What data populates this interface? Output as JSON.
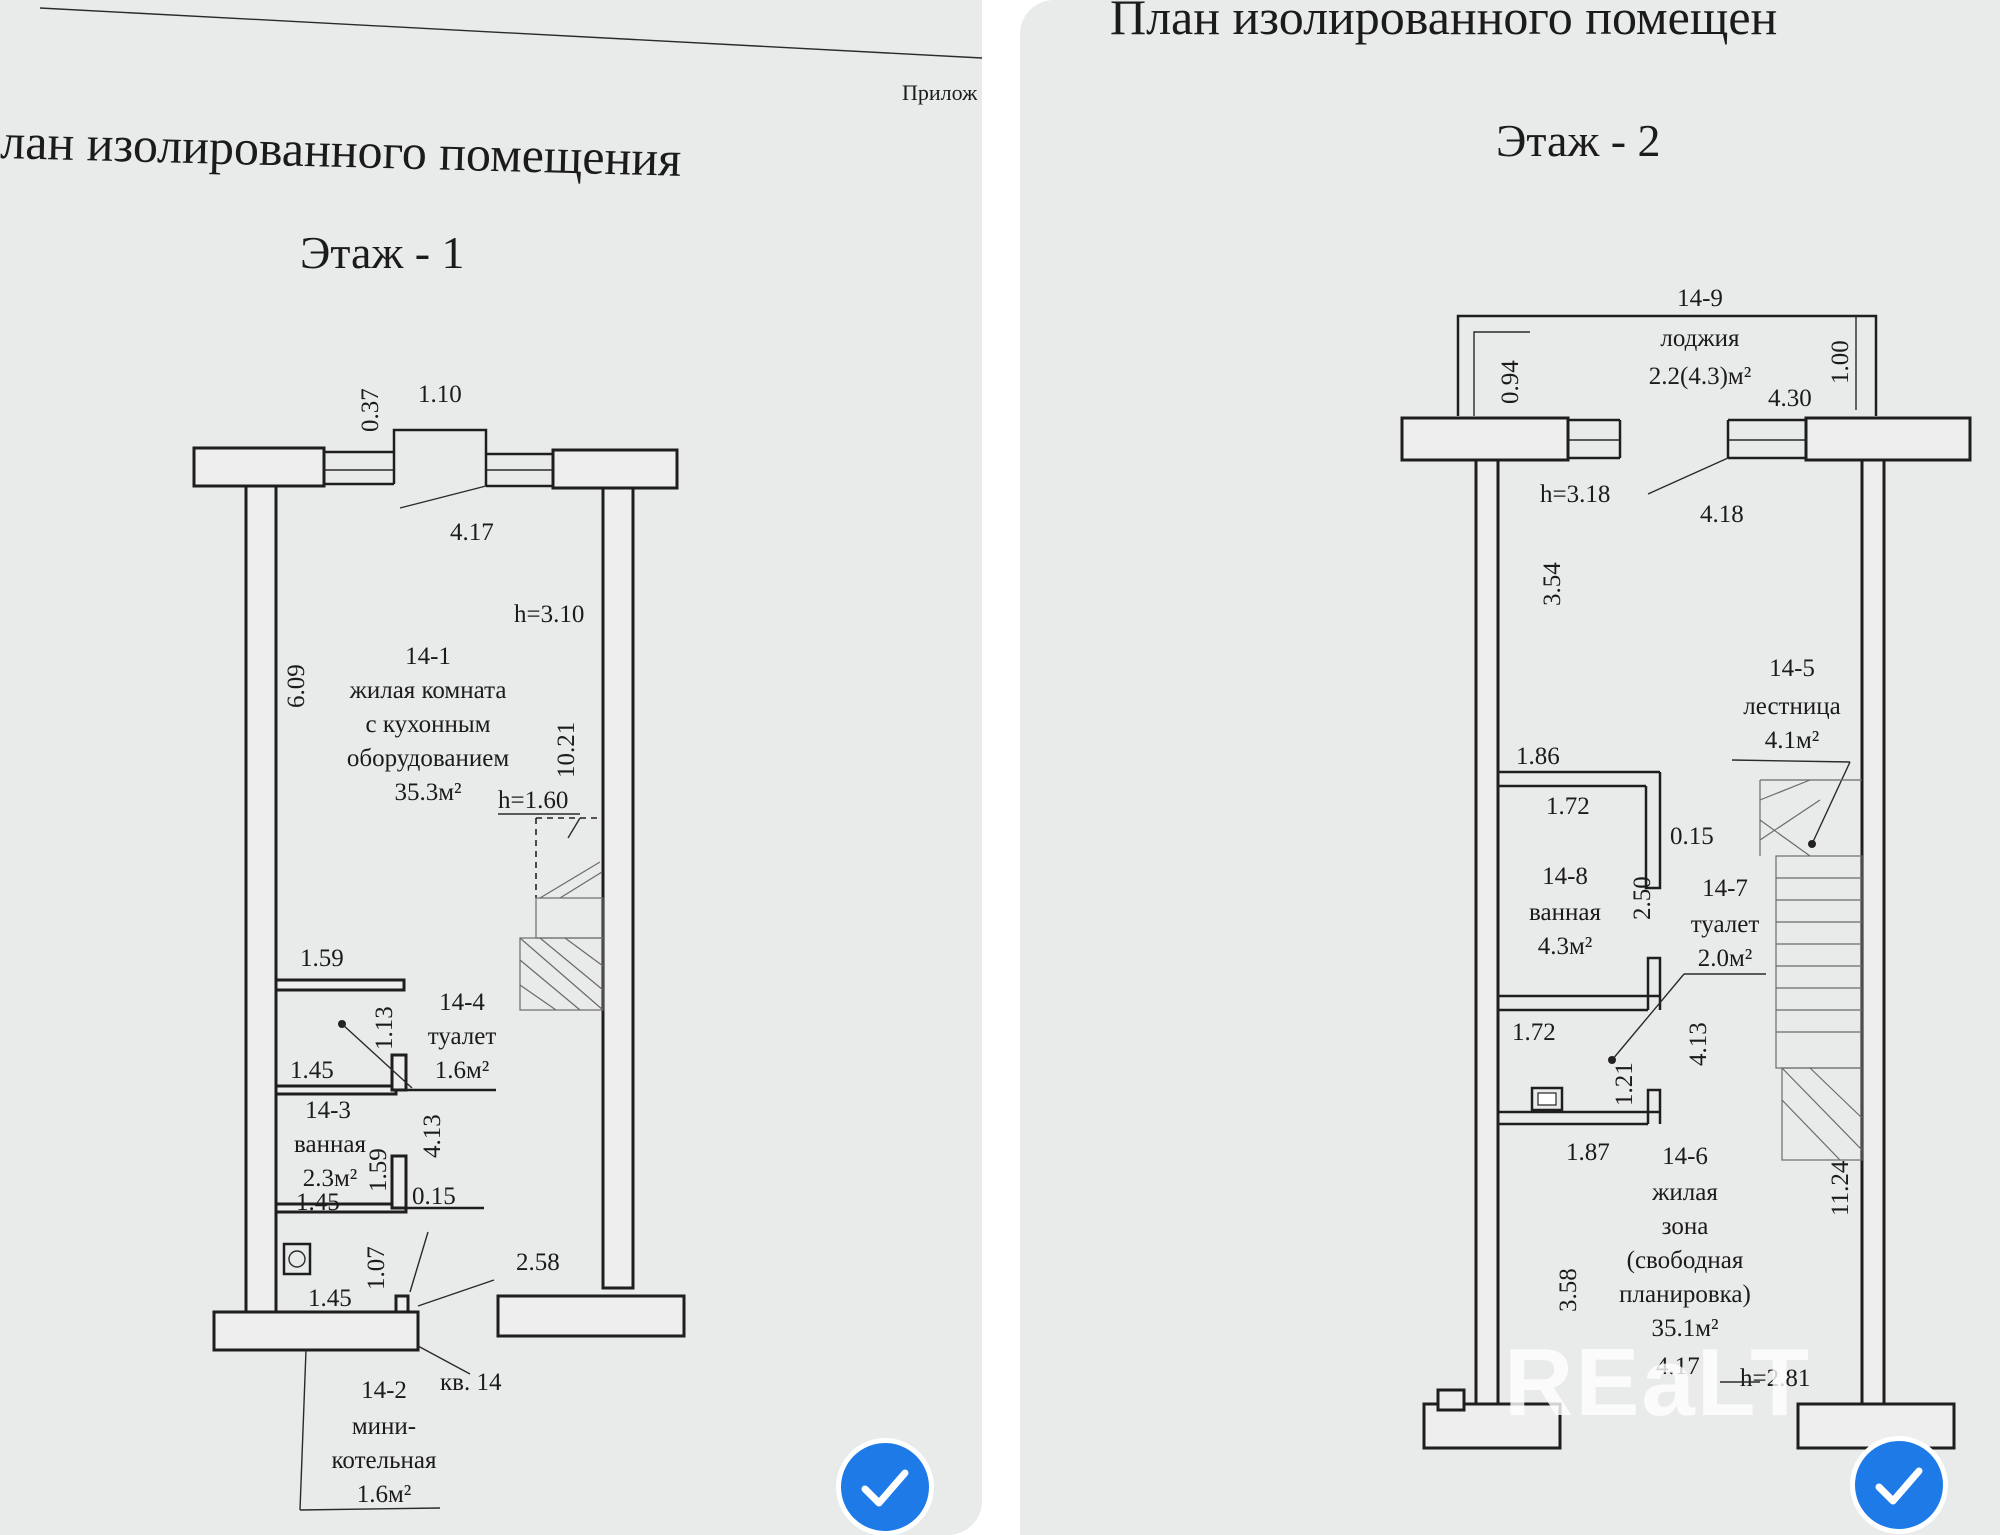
{
  "left_page": {
    "appendix_label": "Прилож",
    "title": "лан изолированного помещения",
    "floor": "Этаж  - 1",
    "dims": {
      "window_depth": "0.37",
      "window_width": "1.10",
      "width_top": "4.17",
      "height_main": "h=3.10",
      "room_len": "6.09",
      "total_len": "10.21",
      "height_stair": "h=1.60",
      "wall_1_59": "1.59",
      "wc_depth": "1.13",
      "wc_width": "1.45",
      "bath_depth": "4.13",
      "bath_len": "1.59",
      "partition": "0.15",
      "bath_width": "1.45",
      "boiler_depth": "1.07",
      "boiler_width": "1.45",
      "entry_width": "2.58"
    },
    "rooms": {
      "r14_1": [
        "14-1",
        "жилая комната",
        "с кухонным",
        "оборудованием",
        "35.3м²"
      ],
      "r14_4": [
        "14-4",
        "туалет",
        "1.6м²"
      ],
      "r14_3": [
        "14-3",
        "ванная",
        "2.3м²"
      ],
      "r14_2": [
        "14-2",
        "мини-",
        "котельная",
        "1.6м²"
      ]
    },
    "apartment": "кв. 14"
  },
  "right_page": {
    "title": "План изолированного помещен",
    "floor": "Этаж  - 2",
    "dims": {
      "loggia_depth_left": "0.94",
      "loggia_depth_right": "1.00",
      "loggia_width": "4.30",
      "height_top": "h=3.18",
      "width_top": "4.18",
      "upper_len": "3.54",
      "bath_width": "1.86",
      "bath_inner": "1.72",
      "partition": "0.15",
      "bath_depth": "2.50",
      "wc_inner": "1.72",
      "wc_depth": "4.13",
      "hall_depth": "1.21",
      "hall_width": "1.87",
      "total_len": "11.24",
      "lower_len": "3.58",
      "width_bottom": "4.17",
      "height_bottom": "h=2.81"
    },
    "rooms": {
      "r14_9": [
        "14-9",
        "лоджия",
        "2.2(4.3)м²"
      ],
      "r14_5": [
        "14-5",
        "лестница",
        "4.1м²"
      ],
      "r14_8": [
        "14-8",
        "ванная",
        "4.3м²"
      ],
      "r14_7": [
        "14-7",
        "туалет",
        "2.0м²"
      ],
      "r14_6": [
        "14-6",
        "жилая",
        "зона",
        "(свободная",
        "планировка)",
        "35.1м²"
      ]
    },
    "watermark": "REaLT"
  },
  "selection_check_icons": [
    "check-circle-icon",
    "check-circle-icon"
  ],
  "colors": {
    "paper": "#e9eaea",
    "check_blue": "#1e7ae6"
  }
}
